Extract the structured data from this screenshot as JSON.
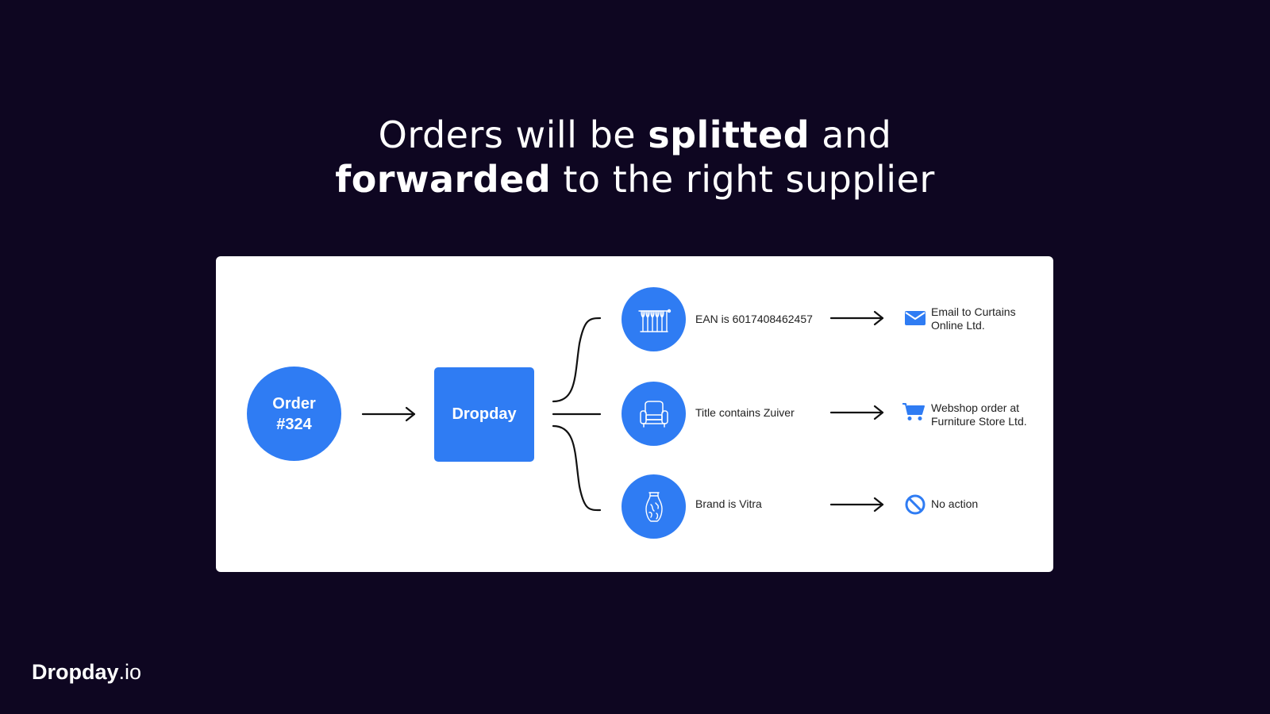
{
  "headline": {
    "line1_pre": "Orders will be ",
    "line1_bold": "splitted",
    "line1_post": " and",
    "line2_bold": "forwarded",
    "line2_post": " to the right supplier"
  },
  "diagram": {
    "order_node": {
      "line1": "Order",
      "line2": "#324"
    },
    "dropday_node": {
      "label": "Dropday"
    },
    "rules": [
      {
        "icon": "radiator-icon",
        "condition": "EAN is 6017408462457",
        "action_icon": "envelope-icon",
        "action": "Email to Curtains Online Ltd."
      },
      {
        "icon": "armchair-icon",
        "condition": "Title contains Zuiver",
        "action_icon": "shopping-cart-icon",
        "action": "Webshop order at Furniture Store Ltd."
      },
      {
        "icon": "vase-icon",
        "condition": "Brand is Vitra",
        "action_icon": "no-entry-icon",
        "action": "No action"
      }
    ]
  },
  "brand": {
    "name_bold": "Dropday",
    "suffix": ".io"
  },
  "colors": {
    "background": "#0e0621",
    "accent": "#2f7cf3",
    "card": "#ffffff"
  }
}
